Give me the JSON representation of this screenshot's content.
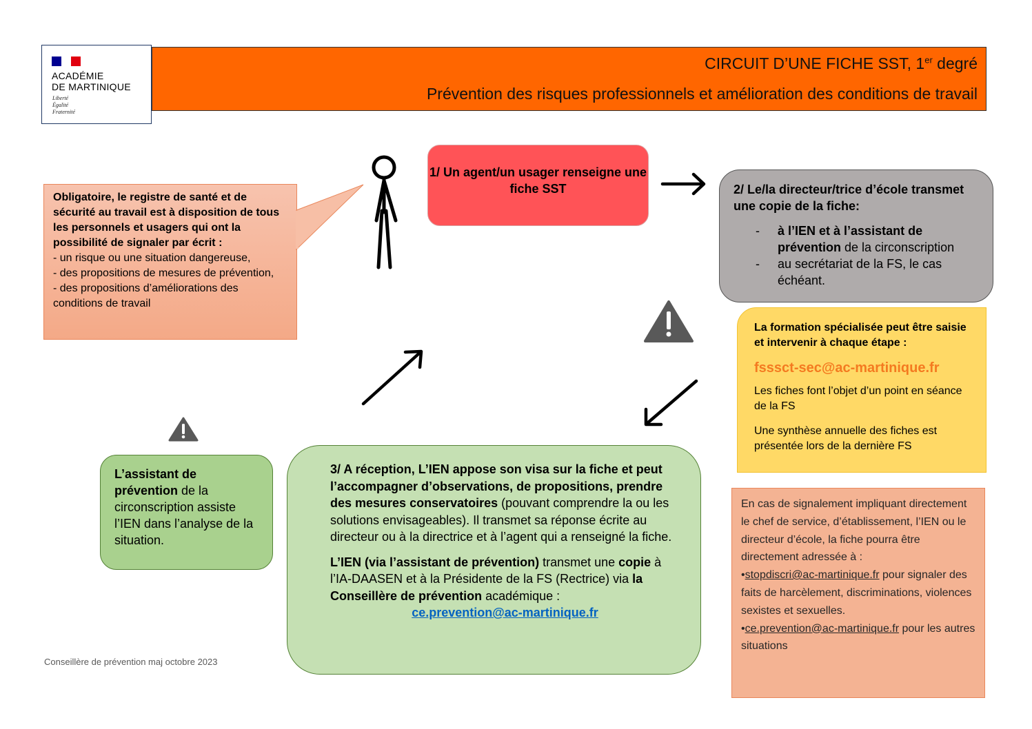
{
  "header": {
    "academy_line1": "ACADÉMIE",
    "academy_line2": "DE MARTINIQUE",
    "motto": [
      "Liberté",
      "Égalité",
      "Fraternité"
    ],
    "title": "CIRCUIT D’UNE FICHE SST, 1",
    "title_sup": "er",
    "title_end": " degré",
    "subtitle": "Prévention des risques professionnels et amélioration des conditions de travail"
  },
  "left_note": {
    "bold_text": "Obligatoire, le registre de santé et de sécurité au travail est à disposition de tous les personnels et usagers qui ont la possibilité de signaler par écrit :",
    "items": [
      "- un risque ou une situation dangereuse,",
      "- des propositions de mesures de prévention,",
      "- des propositions d’améliorations des conditions de travail"
    ]
  },
  "step1": {
    "text": "1/ Un agent/un usager renseigne une fiche SST"
  },
  "step2": {
    "title": "2/ Le/la directeur/trice d’école transmet une copie de la fiche:",
    "item1_bold": "à l’IEN et à l’assistant de prévention",
    "item1_rest": " de la circonscription",
    "item2": "au secrétariat de la FS, le cas échéant."
  },
  "fs_box": {
    "title": "La formation spécialisée peut être saisie et intervenir à chaque étape :",
    "email": "fsssct-sec@ac-martinique.fr",
    "p1": "Les fiches font l’objet d’un point en séance de la FS",
    "p2": "Une synthèse annuelle des fiches est présentée lors de la dernière FS"
  },
  "assistant": {
    "bold": "L’assistant de prévention",
    "rest": " de la circonscription assiste l’IEN dans l’analyse de la situation."
  },
  "step3": {
    "p1_bold": "3/ A réception, L’IEN appose son visa sur la fiche et peut l’accompagner d’observations, de propositions, prendre des mesures conservatoires",
    "p1_rest": " (pouvant comprendre la ou les solutions envisageables). Il transmet sa réponse écrite au directeur ou à la directrice et à l’agent qui a renseigné la fiche.",
    "p2_bold1": "L’IEN (via l’assistant de prévention)",
    "p2_mid1": " transmet une ",
    "p2_bold2": "copie",
    "p2_mid2": " à l’IA-DAASEN et à la Présidente de la FS (Rectrice) via ",
    "p2_bold3": "la Conseillère de prévention",
    "p2_end": " académique :",
    "link": "ce.prevention@ac-martinique.fr"
  },
  "signal": {
    "intro": "En cas de signalement impliquant directement le chef de service, d’établissement, l’IEN ou le directeur d’école, la fiche pourra être directement adressée à :",
    "link1": "stopdiscri@ac-martinique.fr",
    "text1": " pour signaler des faits de harcèlement, discriminations, violences sexistes et sexuelles.",
    "link2": "ce.prevention@ac-martinique.fr",
    "text2": " pour les autres situations",
    "bullet": "•"
  },
  "footer": {
    "text": "Conseillère de prévention maj octobre 2023"
  },
  "colors": {
    "orange": "#ff6600",
    "step1": "#ff5357",
    "step2": "#afabab",
    "fs": "#ffd966",
    "assistant": "#a9d18e",
    "step3": "#c5e0b3",
    "note": "#f4b393"
  },
  "icons": [
    "stick-figure-icon",
    "warning-icon",
    "arrow-icon"
  ]
}
